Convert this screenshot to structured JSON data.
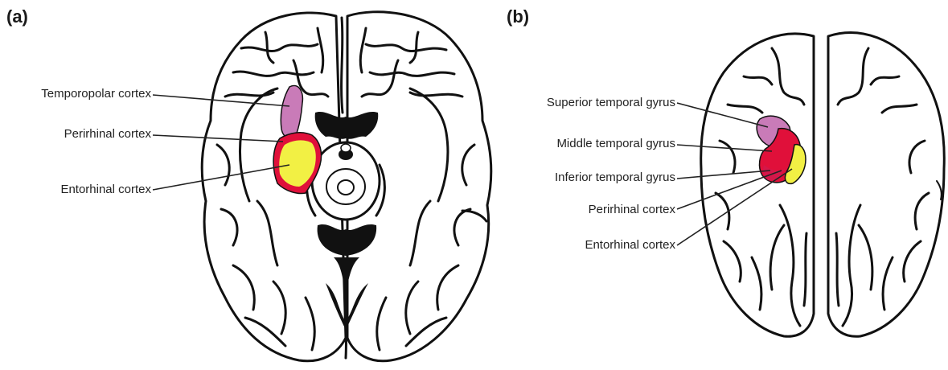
{
  "panels": {
    "a": {
      "letter": "(a)",
      "labels": {
        "temporopolar": "Temporopolar cortex",
        "perirhinal": "Perirhinal cortex",
        "entorhinal": "Entorhinal cortex"
      }
    },
    "b": {
      "letter": "(b)",
      "labels": {
        "superior_temporal": "Superior temporal gyrus",
        "middle_temporal": "Middle temporal gyrus",
        "inferior_temporal": "Inferior temporal gyrus",
        "perirhinal": "Perirhinal cortex",
        "entorhinal": "Entorhinal cortex"
      }
    }
  },
  "colors": {
    "temporopolar": "#c97bb8",
    "perirhinal": "#e0103a",
    "entorhinal": "#f2f044",
    "superior_temporal": "#c97bb8",
    "middle_temporal": "#e0103a",
    "inferior_temporal": "#d5174a"
  }
}
